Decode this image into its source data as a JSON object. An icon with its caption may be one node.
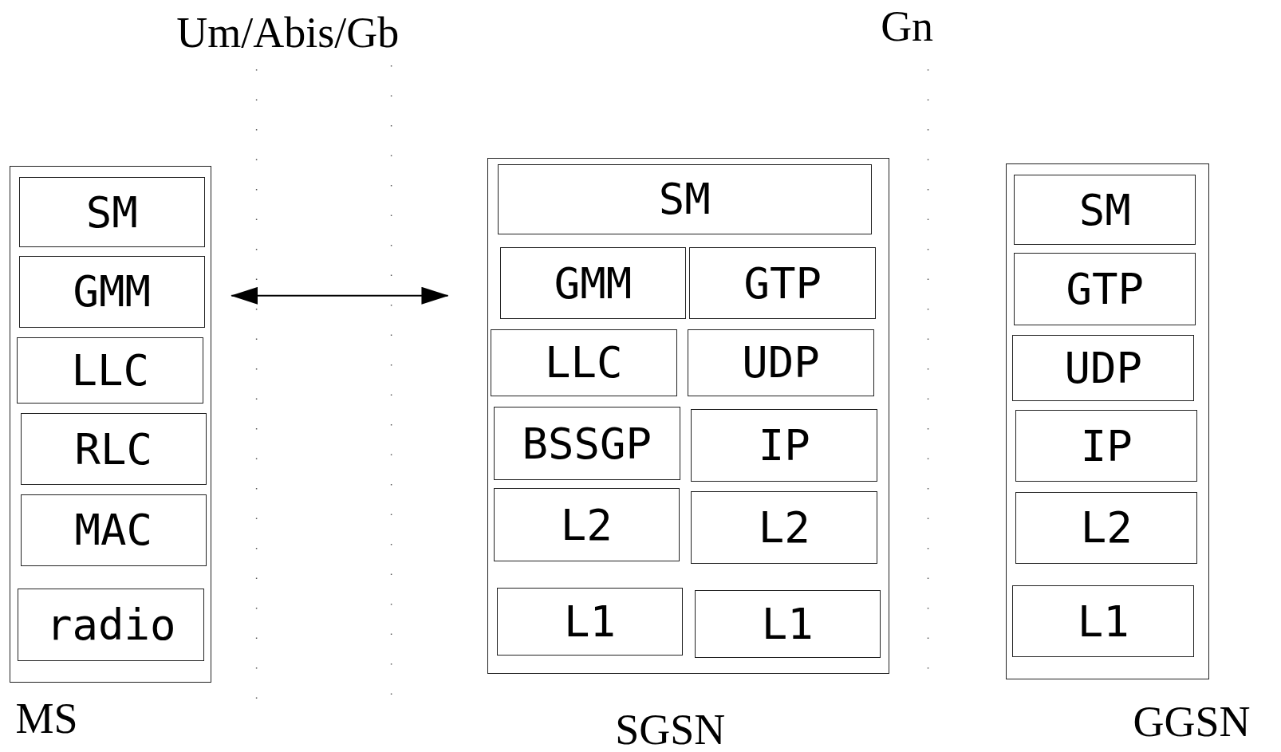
{
  "diagram": {
    "nodes": [
      {
        "text": [
          "MS"
        ]
      },
      {
        "text": [
          "SM"
        ],
        "in": 0
      },
      {
        "text": [
          "GMM"
        ],
        "in": 0
      },
      {
        "text": [
          "LLC"
        ],
        "in": 0
      },
      {
        "text": [
          "RLC"
        ],
        "in": 0
      },
      {
        "text": [
          "MAC"
        ],
        "in": 0
      },
      {
        "text": [
          "radio"
        ],
        "in": 0
      },
      {
        "text": [
          "SGSN"
        ]
      },
      {
        "text": [
          "SM"
        ],
        "in": 7
      },
      {
        "text": [
          "GMM"
        ],
        "in": 7
      },
      {
        "text": [
          "GTP"
        ],
        "in": 7
      },
      {
        "text": [
          "LLC"
        ],
        "in": 7
      },
      {
        "text": [
          "UDP"
        ],
        "in": 7
      },
      {
        "text": [
          "BSSGP"
        ],
        "in": 7
      },
      {
        "text": [
          "IP"
        ],
        "in": 7
      },
      {
        "text": [
          "L2"
        ],
        "in": 7
      },
      {
        "text": [
          "L2"
        ],
        "in": 7
      },
      {
        "text": [
          "L1"
        ],
        "in": 7
      },
      {
        "text": [
          "L1"
        ],
        "in": 7
      },
      {
        "text": [
          "GGSN"
        ]
      },
      {
        "text": [
          "SM"
        ],
        "in": 19
      },
      {
        "text": [
          "GTP"
        ],
        "in": 19
      },
      {
        "text": [
          "UDP"
        ],
        "in": 19
      },
      {
        "text": [
          "IP"
        ],
        "in": 19
      },
      {
        "text": [
          "L2"
        ],
        "in": 19
      },
      {
        "text": [
          "L1"
        ],
        "in": 19
      }
    ],
    "edges": [
      {
        "from": 0,
        "to": 7,
        "arrow": "both"
      }
    ],
    "labels": [
      "Um/Abis/Gb",
      "Gn"
    ]
  }
}
